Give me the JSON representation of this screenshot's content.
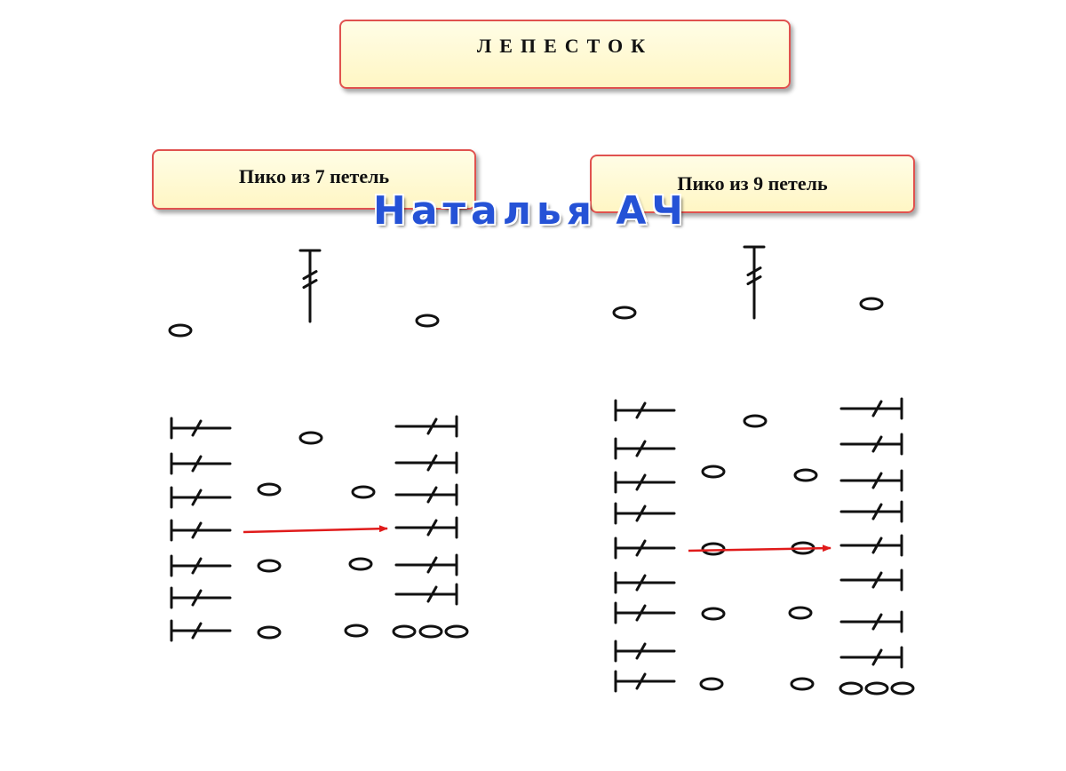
{
  "title": "ЛЕПЕСТОК",
  "diagrams": {
    "left": {
      "label": "Пико из 7 петель"
    },
    "right": {
      "label": "Пико из 9 петель"
    }
  },
  "watermark": "Наталья АЧ",
  "colors": {
    "box_fill": "#fff8cc",
    "box_border": "#e0524f",
    "arrow": "#e01b1b",
    "symbols": "#111111",
    "watermark": "#2552d6"
  }
}
